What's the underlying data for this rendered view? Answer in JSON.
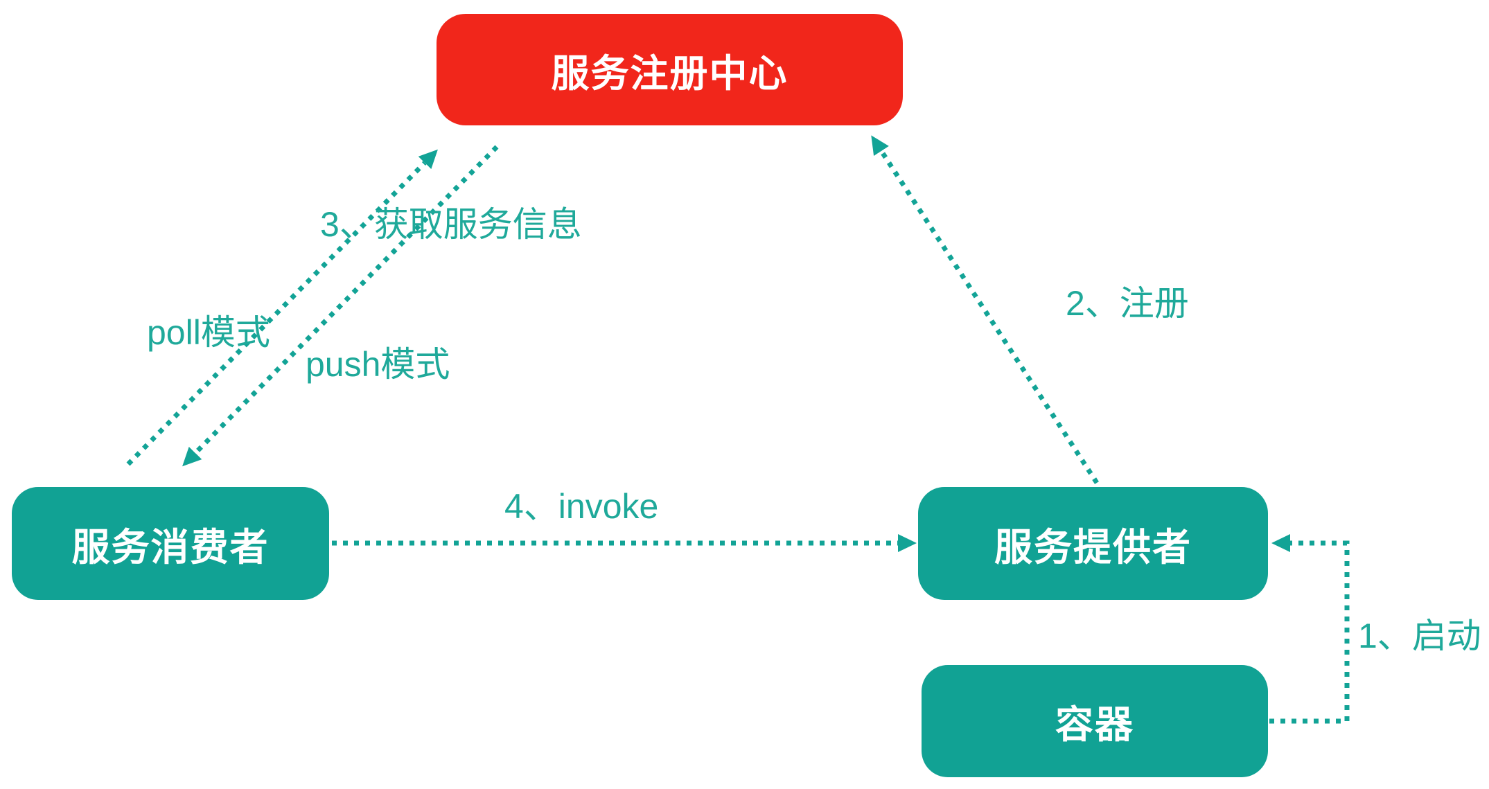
{
  "diagram": {
    "title": "service-registry-architecture",
    "nodes": {
      "registry": {
        "label": "服务注册中心",
        "color": "#F1261B",
        "text_color": "#FFFFFF"
      },
      "consumer": {
        "label": "服务消费者",
        "color": "#11A294",
        "text_color": "#FFFFFF"
      },
      "provider": {
        "label": "服务提供者",
        "color": "#11A294",
        "text_color": "#FFFFFF"
      },
      "container": {
        "label": "容器",
        "color": "#11A294",
        "text_color": "#FFFFFF"
      }
    },
    "edges": {
      "start": {
        "label": "1、启动",
        "from": "container",
        "to": "provider",
        "style": "dotted"
      },
      "register": {
        "label": "2、注册",
        "from": "provider",
        "to": "registry",
        "style": "dotted"
      },
      "fetch": {
        "label": "3、获取服务信息",
        "from": "consumer",
        "to": "registry",
        "style": "dotted"
      },
      "poll": {
        "label": "poll模式",
        "from": "consumer",
        "to": "registry",
        "style": "dotted"
      },
      "push": {
        "label": "push模式",
        "from": "registry",
        "to": "consumer",
        "style": "dotted"
      },
      "invoke": {
        "label": "4、invoke",
        "from": "consumer",
        "to": "provider",
        "style": "dotted"
      }
    },
    "colors": {
      "node_teal": "#11A294",
      "node_red": "#F1261B",
      "line_teal": "#12A396",
      "label_teal": "#1FA99A",
      "background": "#FFFFFF"
    }
  }
}
